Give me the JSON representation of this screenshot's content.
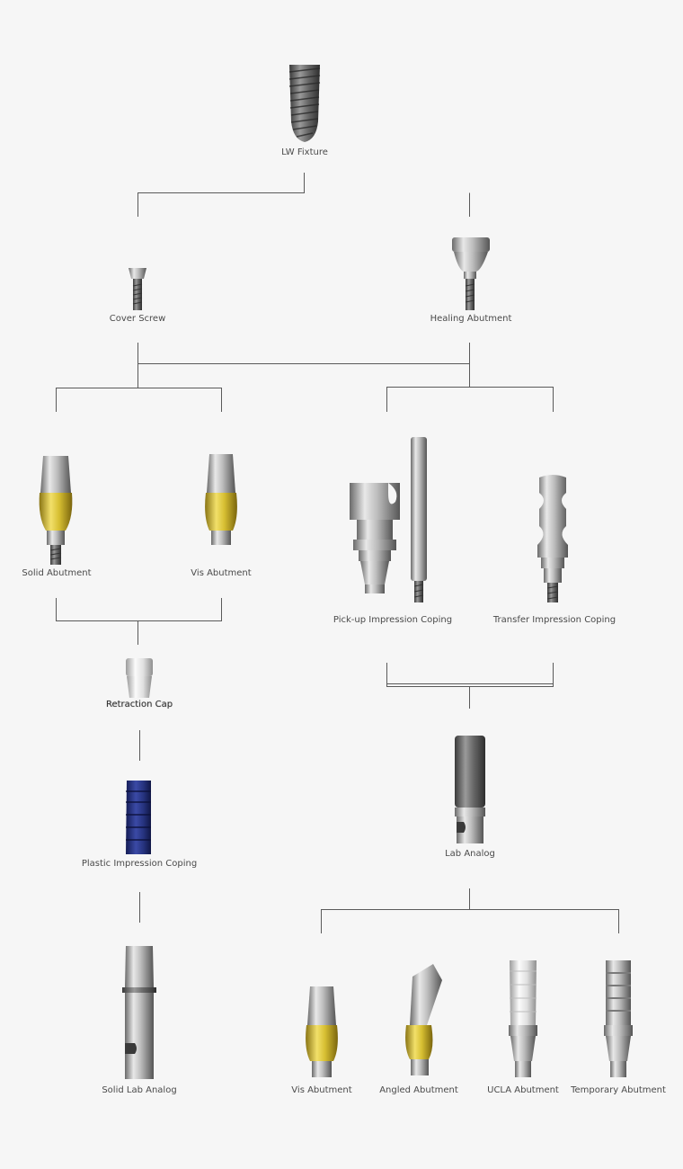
{
  "nodes": {
    "lw_fixture": "LW Fixture",
    "cover_screw": "Cover Screw",
    "healing_abutment": "Healing Abutment",
    "solid_abutment": "Solid Abutment",
    "vis_abutment_left": "Vis Abutment",
    "pickup_coping": "Pick-up Impression Coping",
    "transfer_coping": "Transfer Impression Coping",
    "retraction_cap": "Retraction Cap",
    "plastic_coping": "Plastic Impression Coping",
    "solid_lab_analog": "Solid Lab Analog",
    "lab_analog": "Lab Analog",
    "vis_abutment_bottom": "Vis Abutment",
    "angled_abutment": "Angled Abutment",
    "ucla_abutment": "UCLA Abutment",
    "temporary_abutment": "Temporary Abutment"
  },
  "colors": {
    "line": "#5a5a5a",
    "metal_light": "#e4e4e4",
    "metal_mid": "#a9a9a9",
    "metal_dark": "#5e5e5e",
    "gold": "#d9c23a",
    "plastic_blue": "#2c3a8c",
    "text": "#4a4a4a"
  }
}
